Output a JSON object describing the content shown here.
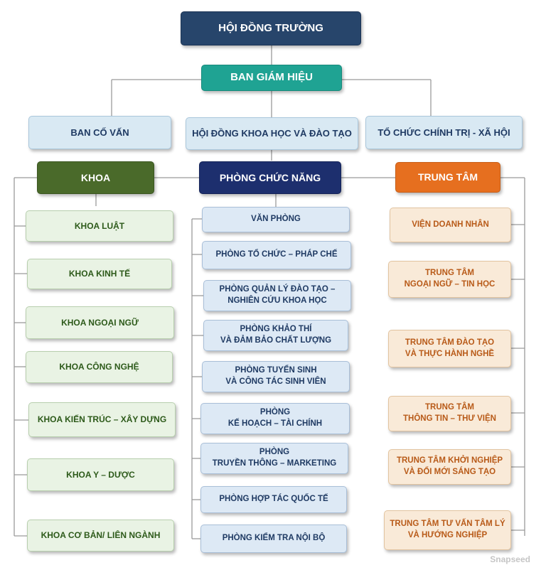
{
  "top": {
    "label": "HỘI ĐỒNG TRƯỜNG"
  },
  "ban_giam_hieu": {
    "label": "BAN GIÁM HIỆU"
  },
  "level2": [
    {
      "label": "BAN CỐ VẤN"
    },
    {
      "label": "HỘI ĐỒNG KHOA HỌC VÀ ĐÀO TẠO"
    },
    {
      "label": "TỔ CHỨC CHÍNH TRỊ - XÃ HỘI"
    }
  ],
  "khoa": {
    "header": "KHOA",
    "items": [
      "KHOA LUẬT",
      "KHOA KINH TẾ",
      "KHOA NGOẠI NGỮ",
      "KHOA CÔNG NGHỆ",
      "KHOA KIẾN TRÚC – XÂY DỰNG",
      "KHOA Y – DƯỢC",
      "KHOA CƠ BẢN/ LIÊN NGÀNH"
    ]
  },
  "phong_chuc_nang": {
    "header": "PHÒNG CHỨC NĂNG",
    "items": [
      "VĂN PHÒNG",
      "PHÒNG TỔ CHỨC – PHÁP CHẾ",
      "PHÒNG QUẢN LÝ ĐÀO TẠO –\nNGHIÊN CỨU KHOA HỌC",
      "PHÒNG KHẢO THÍ\nVÀ ĐẢM BẢO CHẤT LƯỢNG",
      "PHÒNG TUYỂN SINH\nVÀ CÔNG TÁC SINH VIÊN",
      "PHÒNG\nKẾ HOẠCH – TÀI CHÍNH",
      "PHÒNG\nTRUYỀN THÔNG – MARKETING",
      "PHÒNG HỢP TÁC QUỐC TẾ",
      "PHÒNG KIỂM TRA NỘI BỘ"
    ]
  },
  "trung_tam": {
    "header": "TRUNG TÂM",
    "items": [
      "VIỆN DOANH NHÂN",
      "TRUNG TÂM\nNGOẠI NGỮ – TIN HỌC",
      "TRUNG TÂM ĐÀO TẠO\nVÀ THỰC HÀNH NGHỀ",
      "TRUNG TÂM\nTHÔNG TIN – THƯ VIỆN",
      "TRUNG TÂM KHỞI NGHIỆP\nVÀ ĐỔI MỚI SÁNG TẠO",
      "TRUNG TÂM TƯ VẤN TÂM LÝ\nVÀ HƯỚNG NGHIỆP"
    ]
  },
  "watermark": "Snapseed"
}
